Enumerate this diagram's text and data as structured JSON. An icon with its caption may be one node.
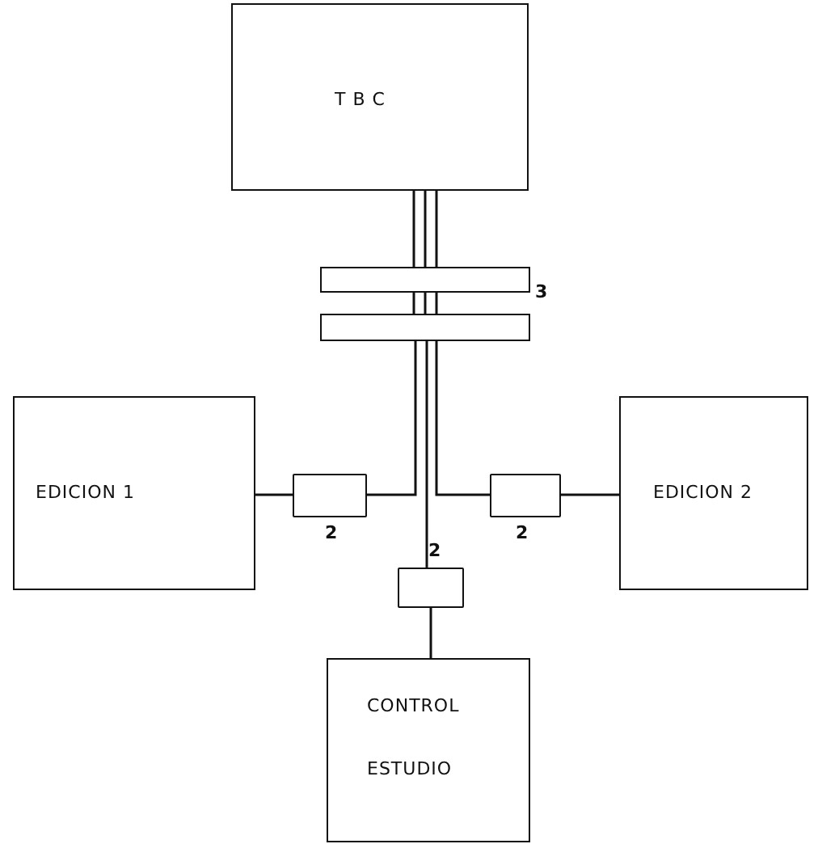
{
  "diagram": {
    "nodes": [
      {
        "text": [
          "T B C"
        ]
      },
      {
        "text": [],
        "shape": "bar"
      },
      {
        "text": [],
        "shape": "bar"
      },
      {
        "text": [
          "EDICION 1"
        ]
      },
      {
        "text": [],
        "shape": "box",
        "beside": [
          "2"
        ]
      },
      {
        "text": [],
        "shape": "box",
        "beside": [
          "2"
        ]
      },
      {
        "text": [
          "EDICION 2"
        ]
      },
      {
        "text": [],
        "shape": "box",
        "beside": [
          "2"
        ]
      },
      {
        "text": [
          "CONTROL",
          "ESTUDIO"
        ]
      }
    ],
    "edges": [
      {
        "from": 0,
        "to": 1,
        "arrow": "none"
      },
      {
        "from": 1,
        "to": 2,
        "arrow": "none"
      },
      {
        "from": 2,
        "to": 4,
        "arrow": "none"
      },
      {
        "from": 2,
        "to": 5,
        "arrow": "none"
      },
      {
        "from": 2,
        "to": 7,
        "arrow": "none"
      },
      {
        "from": 4,
        "to": 3,
        "arrow": "none"
      },
      {
        "from": 5,
        "to": 6,
        "arrow": "none"
      },
      {
        "from": 7,
        "to": 8,
        "arrow": "none"
      }
    ],
    "labels": [
      "3"
    ]
  }
}
